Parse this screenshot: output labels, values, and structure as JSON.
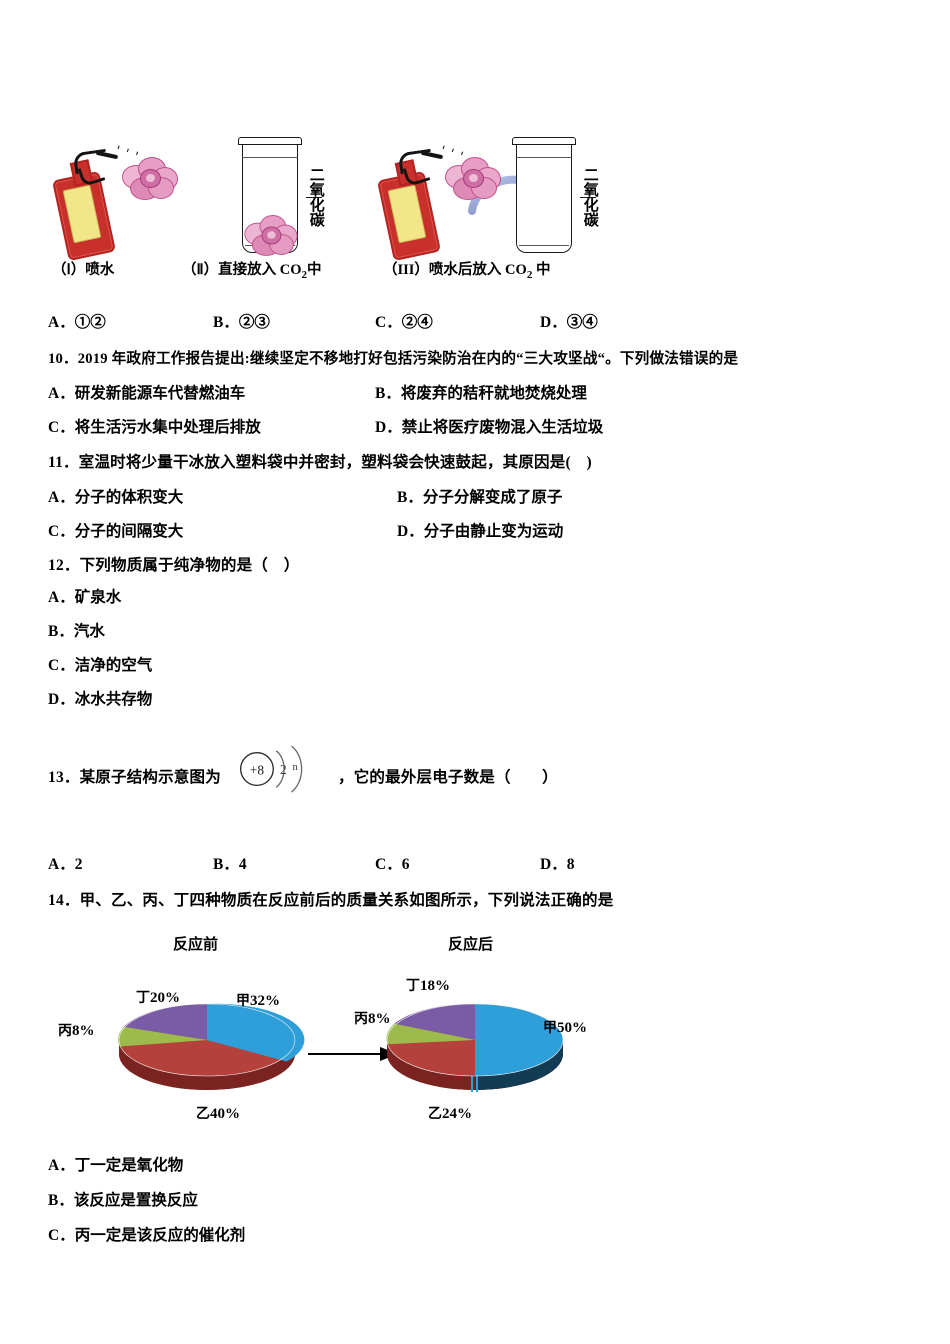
{
  "figure": {
    "panels": [
      {
        "id": "I",
        "caption": "（Ⅰ）喷水",
        "type": "spray-flower"
      },
      {
        "id": "II",
        "caption": "（Ⅱ）直接放入 CO₂中",
        "type": "jar-flower",
        "jar_label": "二氧化碳"
      },
      {
        "id": "III",
        "caption": "（III）喷水后放入 CO₂ 中",
        "type": "spray-jar",
        "jar_label": "二氧化碳"
      }
    ],
    "arrow_color": "#6f7fc4"
  },
  "q9_options": [
    {
      "label": "A．",
      "text": "①②"
    },
    {
      "label": "B．",
      "text": "②③"
    },
    {
      "label": "C．",
      "text": "②④"
    },
    {
      "label": "D．",
      "text": "③④"
    }
  ],
  "q10": {
    "stem": "10．2019 年政府工作报告提出:继续坚定不移地打好包括污染防治在内的“三大攻坚战“。下列做法错误的是",
    "options": [
      {
        "label": "A．",
        "text": "研发新能源车代替燃油车"
      },
      {
        "label": "B．",
        "text": "将废弃的秸秆就地焚烧处理"
      },
      {
        "label": "C．",
        "text": "将生活污水集中处理后排放"
      },
      {
        "label": "D．",
        "text": "禁止将医疗废物混入生活垃圾"
      }
    ]
  },
  "q11": {
    "stem": "11．室温时将少量干冰放入塑料袋中并密封，塑料袋会快速鼓起，其原因是(　)",
    "options": [
      {
        "label": "A．",
        "text": "分子的体积变大"
      },
      {
        "label": "B．",
        "text": "分子分解变成了原子"
      },
      {
        "label": "C．",
        "text": "分子的间隔变大"
      },
      {
        "label": "D．",
        "text": "分子由静止变为运动"
      }
    ]
  },
  "q12": {
    "stem": "12．下列物质属于纯净物的是（　）",
    "options": [
      {
        "label": "A．",
        "text": "矿泉水"
      },
      {
        "label": "B．",
        "text": "汽水"
      },
      {
        "label": "C．",
        "text": "洁净的空气"
      },
      {
        "label": "D．",
        "text": "冰水共存物"
      }
    ]
  },
  "q13": {
    "stem_before": "13．某原子结构示意图为",
    "stem_after": "，它的最外层电子数是（　　）",
    "atom": {
      "nucleus": "+8",
      "shell_inner": "2",
      "shell_outer": "n"
    },
    "options": [
      {
        "label": "A．",
        "text": "2"
      },
      {
        "label": "B．",
        "text": "4"
      },
      {
        "label": "C．",
        "text": "6"
      },
      {
        "label": "D．",
        "text": "8"
      }
    ]
  },
  "q14": {
    "stem": "14．甲、乙、丙、丁四种物质在反应前后的质量关系如图所示，下列说法正确的是",
    "options": [
      {
        "label": "A．",
        "text": "丁一定是氧化物"
      },
      {
        "label": "B．",
        "text": "该反应是置换反应"
      },
      {
        "label": "C．",
        "text": "丙一定是该反应的催化剂"
      }
    ]
  },
  "chart_data": [
    {
      "type": "pie",
      "title": "反应前",
      "labels": [
        "甲",
        "乙",
        "丙",
        "丁"
      ],
      "values": [
        32,
        40,
        8,
        20
      ],
      "value_labels": [
        "32%",
        "40%",
        "8%",
        "20%"
      ],
      "colors": [
        "#2e9fd8",
        "#b5413c",
        "#9cbb4c",
        "#7a5ba6"
      ],
      "unit": "%",
      "legend": "none",
      "grid": false
    },
    {
      "type": "pie",
      "title": "反应后",
      "labels": [
        "甲",
        "乙",
        "丙",
        "丁"
      ],
      "values": [
        50,
        24,
        8,
        18
      ],
      "value_labels": [
        "50%",
        "24%",
        "8%",
        "18%"
      ],
      "colors": [
        "#2e9fd8",
        "#b5413c",
        "#9cbb4c",
        "#7a5ba6"
      ],
      "unit": "%",
      "legend": "none",
      "grid": false
    }
  ]
}
